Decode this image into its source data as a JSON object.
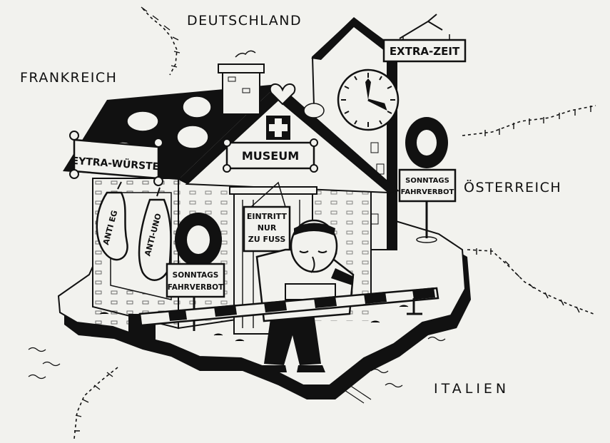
{
  "countries": {
    "germany": "DEUTSCHLAND",
    "france": "FRANKREICH",
    "austria": "ÖSTERREICH",
    "italy": "ITALIEN"
  },
  "signs": {
    "museum": "MUSEUM",
    "extra_wuerste": "EYTRA-WÜRSTE",
    "extra_zeit": "EXTRA-ZEIT",
    "entrance": [
      "EINTRITT",
      "NUR",
      "ZU FUSS"
    ],
    "driving_ban_left": [
      "SONNTAGS",
      "FAHRVERBOT"
    ],
    "driving_ban_right": [
      "SONNTAGS",
      "FAHRVERBOT"
    ]
  },
  "sausages": {
    "left": "ANTI EG",
    "right": "ANTI-UNO"
  },
  "colors": {
    "paper": "#f2f2ee",
    "ink": "#111111"
  }
}
